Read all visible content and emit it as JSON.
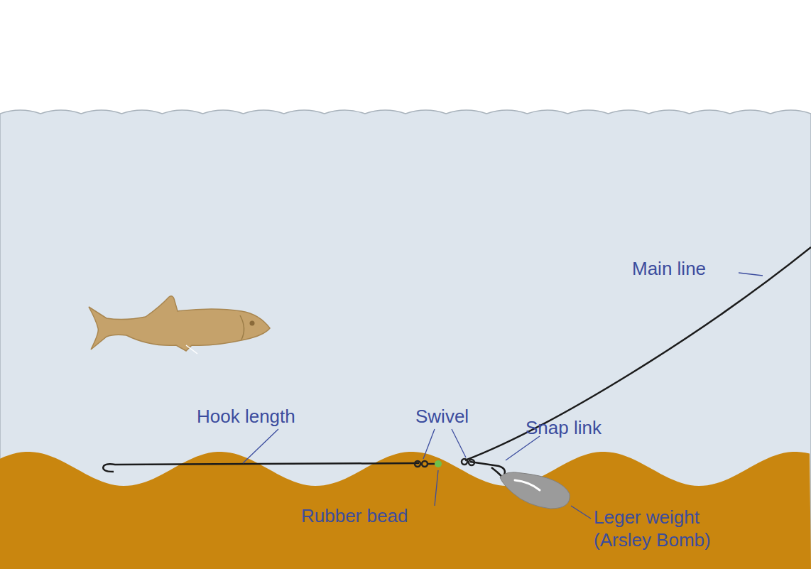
{
  "diagram": {
    "labels": [
      "Main line",
      "Hook length",
      "Swivel",
      "Snap link",
      "Rubber bead",
      "Leger weight (Arsley Bomb)"
    ]
  }
}
